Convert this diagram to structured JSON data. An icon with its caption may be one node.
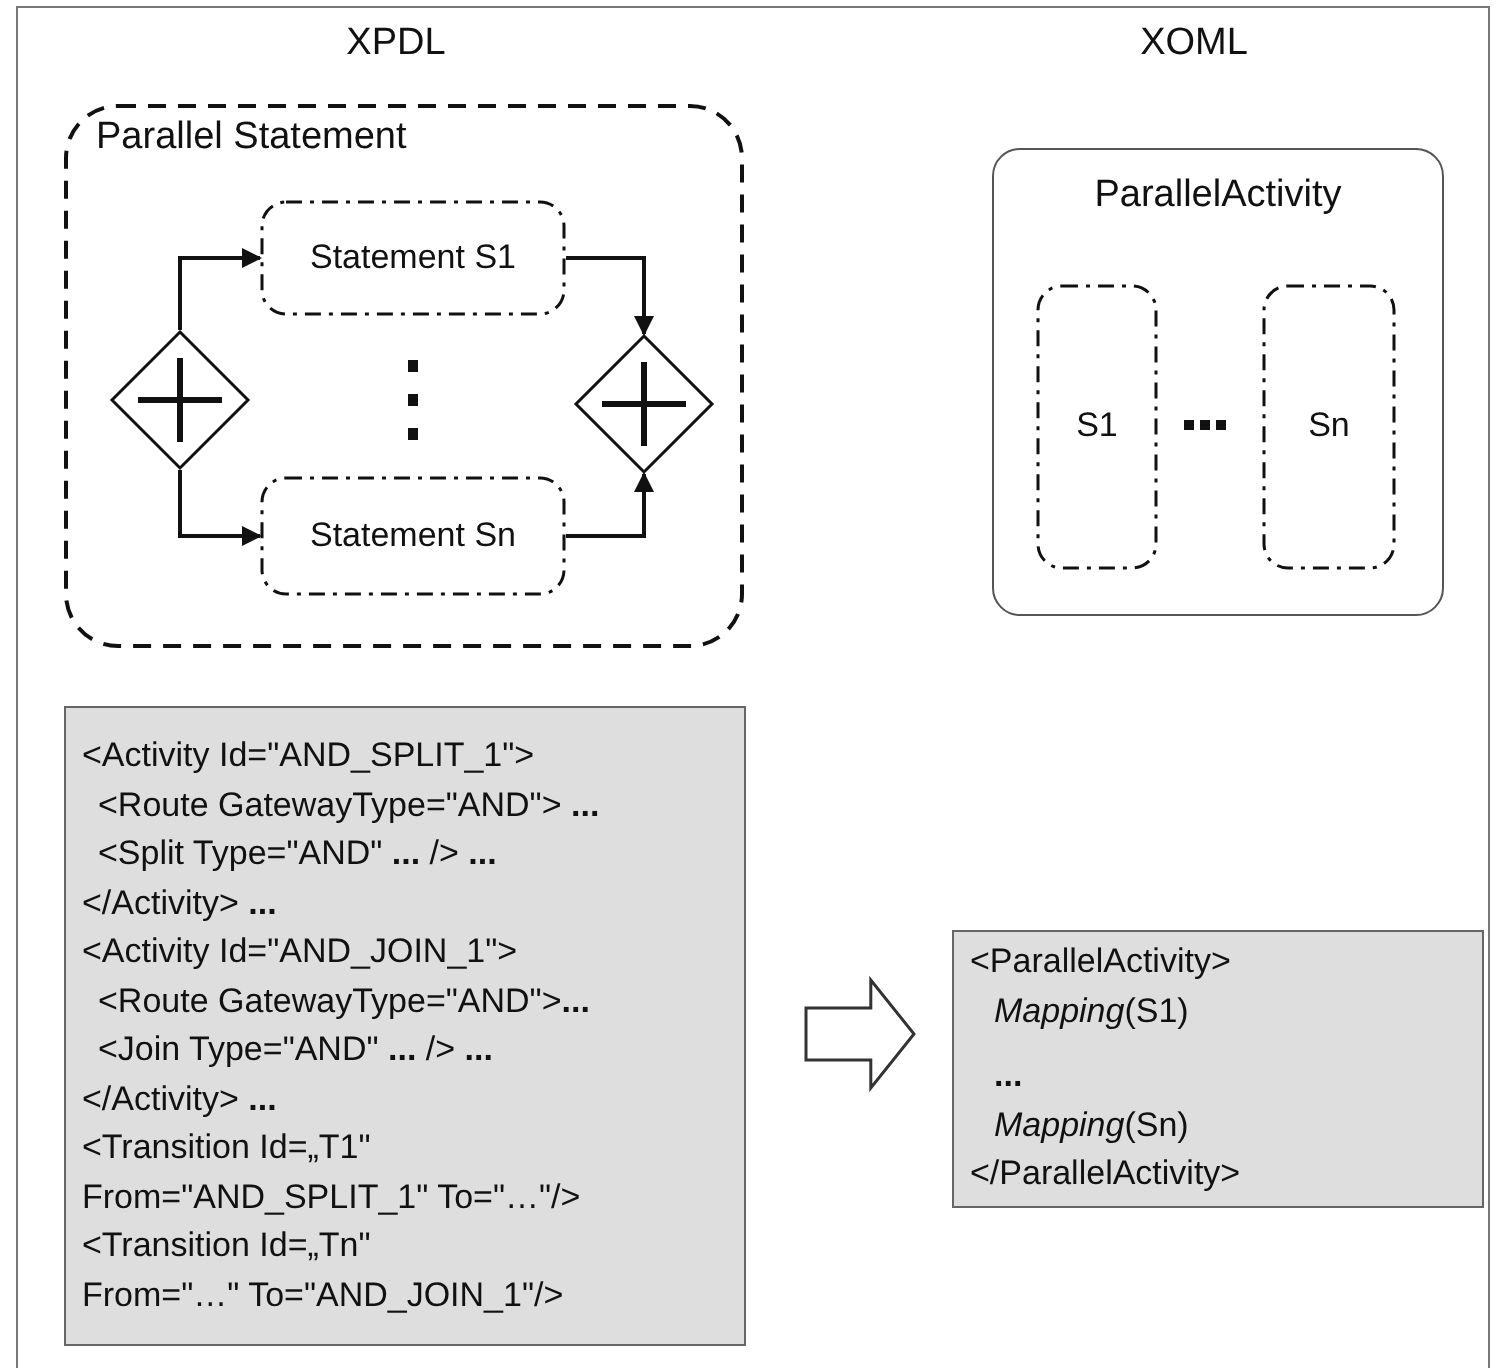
{
  "diagram": {
    "nodes": [
      {
        "text": [
          "Parallel Statement"
        ]
      },
      {
        "text": [],
        "shape": "diamond",
        "in": 0
      },
      {
        "text": [
          "Statement S1"
        ],
        "in": 0
      },
      {
        "text": [
          "Statement Sn"
        ],
        "in": 0
      },
      {
        "text": [],
        "shape": "diamond",
        "in": 0
      },
      {
        "text": [
          "ParallelActivity"
        ]
      },
      {
        "text": [
          "S1"
        ],
        "in": 5
      },
      {
        "text": [
          "Sn"
        ],
        "in": 5
      },
      {
        "text": [
          "<Activity Id=\"AND_SPLIT_1\">",
          "<Route GatewayType=\"AND\"> **...**",
          "<Split Type=\"AND\" **...** /> **...**",
          "</Activity> **...**",
          "<Activity Id=\"AND_JOIN_1\">",
          "<Route GatewayType=\"AND\">**...**",
          "<Join Type=\"AND\" **...** /> **...**",
          "</Activity> **...**",
          "<Transition Id=„T1\"",
          "From=\"AND_SPLIT_1\" To=\"…\"/>",
          "<Transition Id=„Tn\"",
          "From=\"…\" To=\"AND_JOIN_1\"/>"
        ]
      },
      {
        "text": [
          "<ParallelActivity>",
          "*Mapping*(S1)",
          "**...**",
          "*Mapping*(Sn)",
          "</ParallelActivity>"
        ]
      }
    ],
    "edges": [
      {
        "from": 1,
        "to": 2,
        "arrow": "to"
      },
      {
        "from": 1,
        "to": 3,
        "arrow": "to"
      },
      {
        "from": 2,
        "to": 4,
        "arrow": "to"
      },
      {
        "from": 3,
        "to": 4,
        "arrow": "to"
      },
      {
        "from": 8,
        "to": 9,
        "arrow": "to",
        "style": "thick"
      }
    ],
    "labels": [
      "XPDL",
      "XOML"
    ]
  }
}
